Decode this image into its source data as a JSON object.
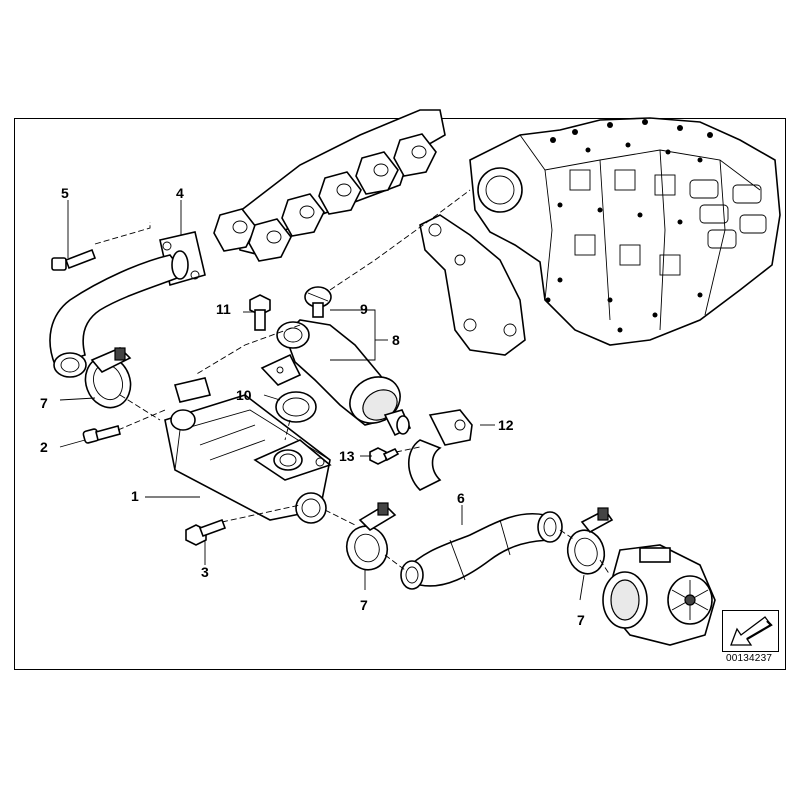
{
  "diagram": {
    "callouts": [
      {
        "id": "c5",
        "text": "5"
      },
      {
        "id": "c4",
        "text": "4"
      },
      {
        "id": "c11",
        "text": "11"
      },
      {
        "id": "c9",
        "text": "9"
      },
      {
        "id": "c8",
        "text": "8"
      },
      {
        "id": "c10",
        "text": "10"
      },
      {
        "id": "c7a",
        "text": "7"
      },
      {
        "id": "c2",
        "text": "2"
      },
      {
        "id": "c12",
        "text": "12"
      },
      {
        "id": "c13",
        "text": "13"
      },
      {
        "id": "c1",
        "text": "1"
      },
      {
        "id": "c6",
        "text": "6"
      },
      {
        "id": "c3",
        "text": "3"
      },
      {
        "id": "c7b",
        "text": "7"
      },
      {
        "id": "c7c",
        "text": "7"
      }
    ],
    "document_number": "00134237"
  },
  "icons": {
    "nav": "arrow-down-left-icon"
  }
}
